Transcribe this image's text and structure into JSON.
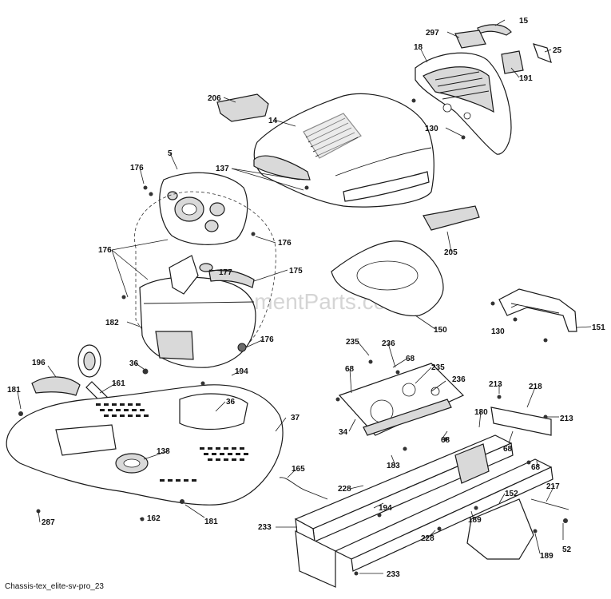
{
  "diagram": {
    "reference_code": "Chassis-tex_elite-sv-pro_23",
    "watermark": "eReplacementParts.com",
    "callouts": [
      {
        "id": "c-15",
        "label": "15"
      },
      {
        "id": "c-297",
        "label": "297"
      },
      {
        "id": "c-25",
        "label": "25"
      },
      {
        "id": "c-18",
        "label": "18"
      },
      {
        "id": "c-191",
        "label": "191"
      },
      {
        "id": "c-206",
        "label": "206"
      },
      {
        "id": "c-14",
        "label": "14"
      },
      {
        "id": "c-130a",
        "label": "130"
      },
      {
        "id": "c-5",
        "label": "5"
      },
      {
        "id": "c-176a",
        "label": "176"
      },
      {
        "id": "c-137",
        "label": "137"
      },
      {
        "id": "c-176b",
        "label": "176"
      },
      {
        "id": "c-176c",
        "label": "176"
      },
      {
        "id": "c-205",
        "label": "205"
      },
      {
        "id": "c-177",
        "label": "177"
      },
      {
        "id": "c-175",
        "label": "175"
      },
      {
        "id": "c-130b",
        "label": "130"
      },
      {
        "id": "c-151",
        "label": "151"
      },
      {
        "id": "c-150",
        "label": "150"
      },
      {
        "id": "c-182",
        "label": "182"
      },
      {
        "id": "c-176d",
        "label": "176"
      },
      {
        "id": "c-235a",
        "label": "235"
      },
      {
        "id": "c-236a",
        "label": "236"
      },
      {
        "id": "c-68a",
        "label": "68"
      },
      {
        "id": "c-196",
        "label": "196"
      },
      {
        "id": "c-36a",
        "label": "36"
      },
      {
        "id": "c-194a",
        "label": "194"
      },
      {
        "id": "c-68b",
        "label": "68"
      },
      {
        "id": "c-235b",
        "label": "235"
      },
      {
        "id": "c-236b",
        "label": "236"
      },
      {
        "id": "c-161",
        "label": "161"
      },
      {
        "id": "c-181a",
        "label": "181"
      },
      {
        "id": "c-36b",
        "label": "36"
      },
      {
        "id": "c-37",
        "label": "37"
      },
      {
        "id": "c-213a",
        "label": "213"
      },
      {
        "id": "c-218",
        "label": "218"
      },
      {
        "id": "c-213b",
        "label": "213"
      },
      {
        "id": "c-180",
        "label": "180"
      },
      {
        "id": "c-34",
        "label": "34"
      },
      {
        "id": "c-68c",
        "label": "68"
      },
      {
        "id": "c-68d",
        "label": "68"
      },
      {
        "id": "c-138",
        "label": "138"
      },
      {
        "id": "c-183",
        "label": "183"
      },
      {
        "id": "c-68e",
        "label": "68"
      },
      {
        "id": "c-165",
        "label": "165"
      },
      {
        "id": "c-228a",
        "label": "228"
      },
      {
        "id": "c-217",
        "label": "217"
      },
      {
        "id": "c-152",
        "label": "152"
      },
      {
        "id": "c-287",
        "label": "287"
      },
      {
        "id": "c-194b",
        "label": "194"
      },
      {
        "id": "c-162",
        "label": "162"
      },
      {
        "id": "c-181b",
        "label": "181"
      },
      {
        "id": "c-189a",
        "label": "189"
      },
      {
        "id": "c-233a",
        "label": "233"
      },
      {
        "id": "c-228b",
        "label": "228"
      },
      {
        "id": "c-52",
        "label": "52"
      },
      {
        "id": "c-189b",
        "label": "189"
      },
      {
        "id": "c-233b",
        "label": "233"
      }
    ]
  }
}
